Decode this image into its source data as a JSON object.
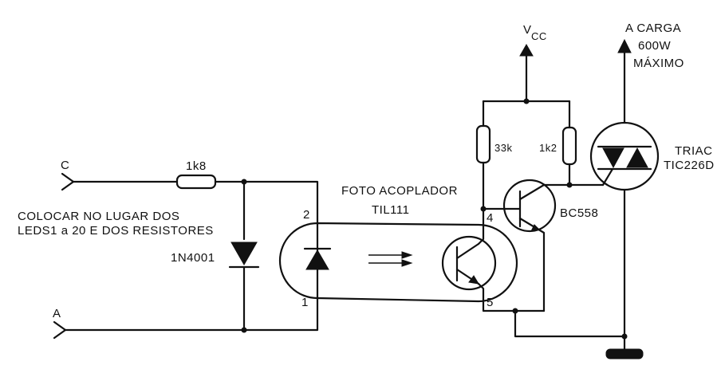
{
  "labels": {
    "terminal_c": "C",
    "terminal_a": "A",
    "note_line1": "COLOCAR NO LUGAR DOS",
    "note_line2": "LEDS1 a 20 E DOS RESISTORES",
    "r_input": "1k8",
    "diode": "1N4001",
    "optocoupler_line1": "FOTO ACOPLADOR",
    "optocoupler_line2": "TIL111",
    "pin2": "2",
    "pin1": "1",
    "pin4": "4",
    "pin5": "5",
    "r_33k": "33k",
    "r_1k2": "1k2",
    "transistor": "BC558",
    "vcc_v": "V",
    "vcc_cc": "CC",
    "load_line1": "A CARGA",
    "load_line2": "600W",
    "load_line3": "MÁXIMO",
    "triac_line1": "TRIAC",
    "triac_line2": "TIC226D"
  },
  "colors": {
    "ink": "#111111",
    "paper": "#ffffff"
  }
}
